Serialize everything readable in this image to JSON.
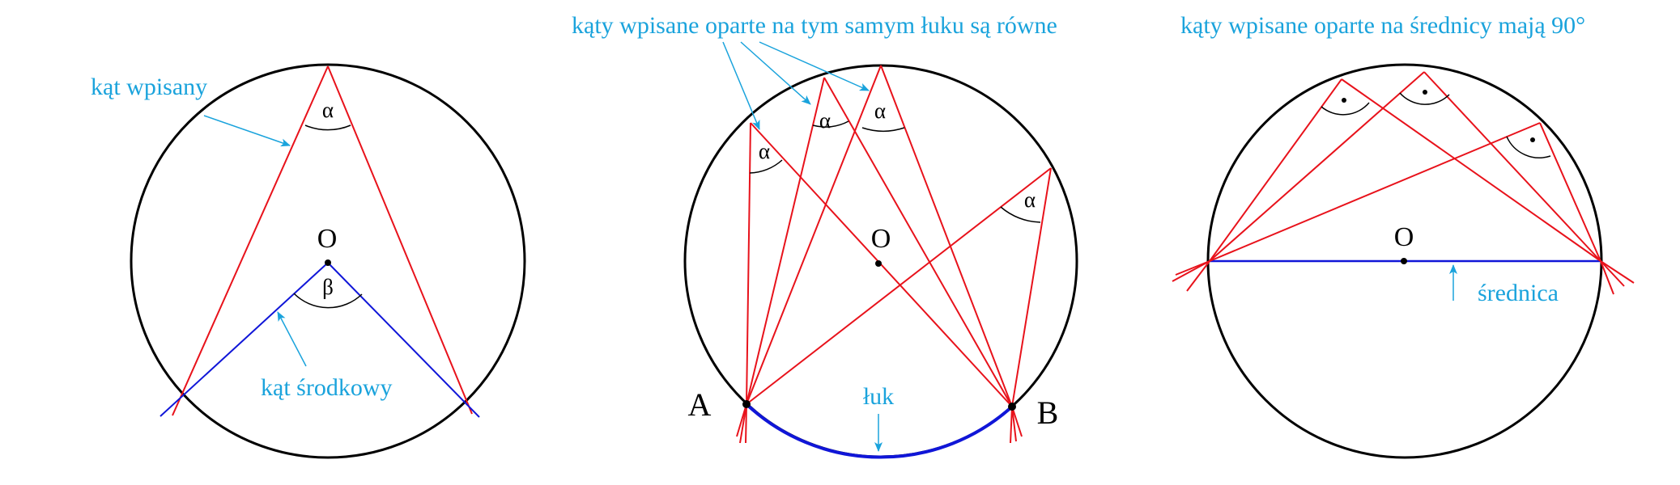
{
  "colors": {
    "circle": "#000000",
    "chord": "#e8121b",
    "radius": "#1016d8",
    "annotation": "#1aa3dc",
    "arc": "#1016d8"
  },
  "panel1": {
    "center_label": "O",
    "inscribed_angle_symbol": "α",
    "central_angle_symbol": "β",
    "inscribed_angle_caption": "kąt wpisany",
    "central_angle_caption": "kąt środkowy"
  },
  "panel2": {
    "caption": "kąty wpisane oparte na tym samym łuku są równe",
    "center_label": "O",
    "angle_symbol": "α",
    "point_a": "A",
    "point_b": "B",
    "arc_caption": "łuk"
  },
  "panel3": {
    "caption": "kąty wpisane oparte na średnicy mają 90°",
    "center_label": "O",
    "diameter_caption": "średnica"
  }
}
